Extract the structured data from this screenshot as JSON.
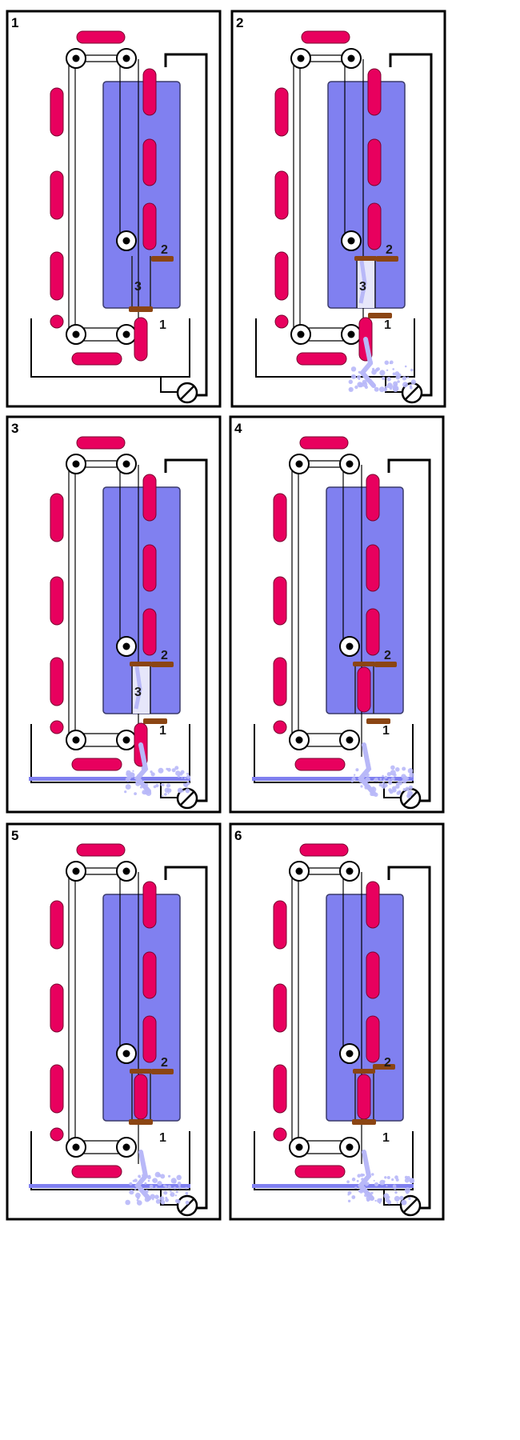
{
  "panels": [
    {
      "label": "1",
      "valve1_open": false,
      "valve2_open": false,
      "tube_state": "closed",
      "basin_water": false,
      "splash": false
    },
    {
      "label": "2",
      "valve1_open": true,
      "valve2_open": false,
      "tube_state": "draining",
      "basin_water": false,
      "splash": true
    },
    {
      "label": "3",
      "valve1_open": true,
      "valve2_open": false,
      "tube_state": "draining",
      "basin_water": true,
      "splash": true
    },
    {
      "label": "4",
      "valve1_open": true,
      "valve2_open": false,
      "tube_state": "float-in-tube",
      "basin_water": true,
      "splash": true
    },
    {
      "label": "5",
      "valve1_open": false,
      "valve2_open": false,
      "tube_state": "float-in-tube",
      "basin_water": true,
      "splash": true
    },
    {
      "label": "6",
      "valve1_open": false,
      "valve2_open": true,
      "tube_state": "float-in-tube",
      "basin_water": true,
      "splash": true
    }
  ],
  "markers": {
    "valve1": "1",
    "valve2": "2",
    "tube": "3"
  },
  "colors": {
    "float": "#e8005e",
    "tank_water": "#8080f0",
    "valve": "#8b4513",
    "splash": "#b8b8f8",
    "frame": "#000000",
    "background": "#ffffff"
  }
}
